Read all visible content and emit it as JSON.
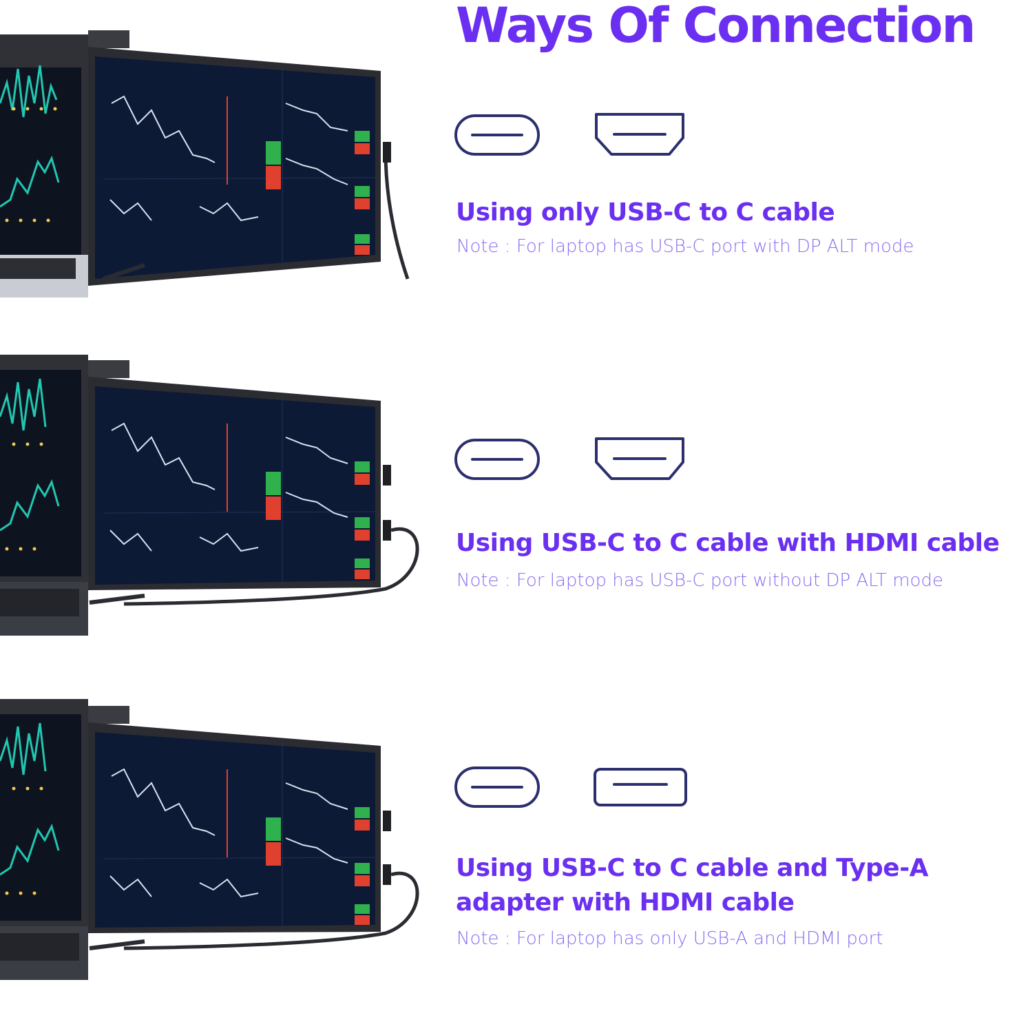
{
  "title": "Ways Of Connection",
  "colors": {
    "accent": "#6a2ff0",
    "note": "#8b6cf0",
    "icon_stroke": "#2c2f6e",
    "monitor_frame": "#2a2c31",
    "screen_bg": "#0d1a35",
    "chart_line": "#d9e2f2",
    "sell_red": "#e0412f",
    "buy_green": "#2fb14d",
    "laptop_teal": "#22c7b0",
    "laptop_yellow": "#f2c94c"
  },
  "sections": [
    {
      "icons": [
        "usb-c-port-icon",
        "hdmi-port-icon"
      ],
      "heading": "Using only USB-C to C cable",
      "note": "Note : For laptop has USB-C port with DP ALT mode"
    },
    {
      "icons": [
        "usb-c-port-icon",
        "hdmi-port-icon"
      ],
      "heading": "Using USB-C to C cable with HDMI cable",
      "note": "Note : For laptop has USB-C port without DP ALT mode"
    },
    {
      "icons": [
        "usb-c-port-icon",
        "usb-a-port-icon"
      ],
      "heading": "Using USB-C to C cable and Type-A\nadapter with HDMI cable",
      "note": "Note : For laptop has only USB-A and HDMI port"
    }
  ]
}
